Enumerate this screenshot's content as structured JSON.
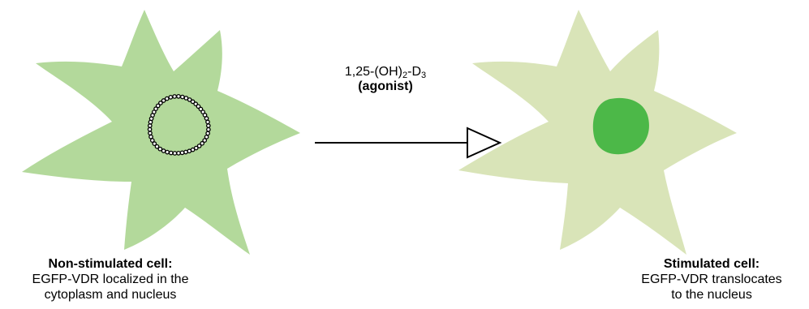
{
  "agent": {
    "formula_prefix": "1,25-(OH)",
    "formula_sub1": "2",
    "formula_mid": "-D",
    "formula_sub2": "3",
    "role": "(agonist)"
  },
  "left_cell": {
    "title": "Non-stimulated cell:",
    "line1": "EGFP-VDR localized in the",
    "line2": "cytoplasm and nucleus",
    "fill": "#b3d99b",
    "nucleus_outline": "dotted",
    "nucleus_dot_color": "#000000"
  },
  "right_cell": {
    "title": "Stimulated cell:",
    "line1": "EGFP-VDR translocates",
    "line2": "to the nucleus",
    "fill": "#d9e4b8",
    "nucleus_fill": "#4cb848"
  },
  "arrow": {
    "color": "#000000",
    "head": "hollow-triangle"
  }
}
